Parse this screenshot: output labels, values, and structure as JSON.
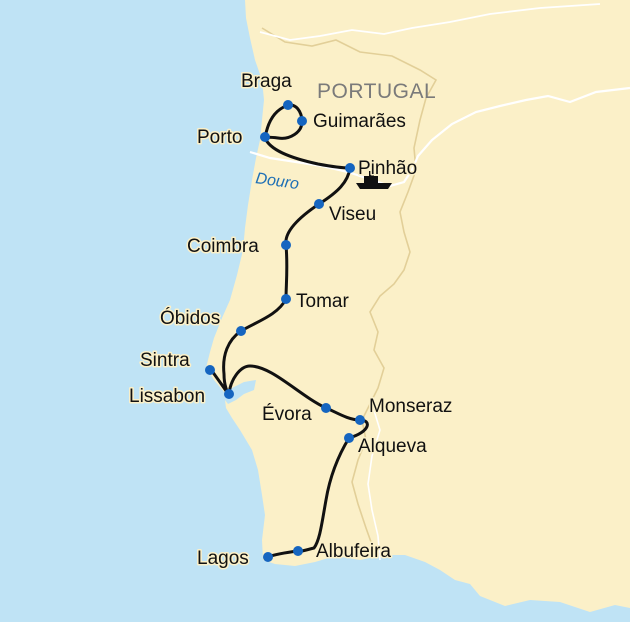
{
  "map": {
    "country_label": "PORTUGAL",
    "river_label": "Douro",
    "colors": {
      "sea": "#bfe3f5",
      "land": "#fbf0c8",
      "border": "#e2cf98",
      "river": "#ffffff",
      "route": "#111111",
      "stop": "#1565c0"
    },
    "icons": [
      "ship-icon"
    ],
    "cities": [
      {
        "id": "braga",
        "name": "Braga"
      },
      {
        "id": "guimaraes",
        "name": "Guimarães"
      },
      {
        "id": "porto",
        "name": "Porto"
      },
      {
        "id": "pinhao",
        "name": "Pinhão"
      },
      {
        "id": "viseu",
        "name": "Viseu"
      },
      {
        "id": "coimbra",
        "name": "Coimbra"
      },
      {
        "id": "tomar",
        "name": "Tomar"
      },
      {
        "id": "obidos",
        "name": "Óbidos"
      },
      {
        "id": "sintra",
        "name": "Sintra"
      },
      {
        "id": "lissabon",
        "name": "Lissabon"
      },
      {
        "id": "evora",
        "name": "Évora"
      },
      {
        "id": "monseraz",
        "name": "Monseraz"
      },
      {
        "id": "alqueva",
        "name": "Alqueva"
      },
      {
        "id": "albufeira",
        "name": "Albufeira"
      },
      {
        "id": "lagos",
        "name": "Lagos"
      }
    ]
  }
}
